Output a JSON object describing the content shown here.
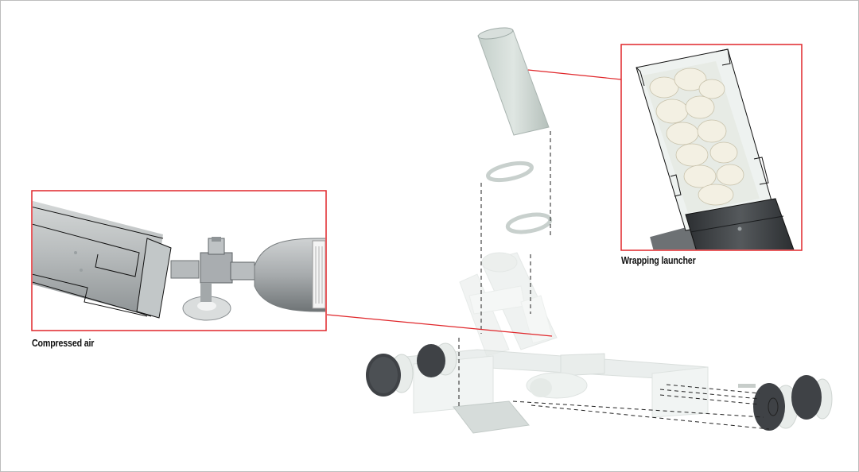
{
  "figure": {
    "callouts": [
      {
        "id": "compressed-air",
        "label": "Compressed air"
      },
      {
        "id": "wrapping-launcher",
        "label": "Wrapping launcher"
      }
    ]
  },
  "colors": {
    "callout_border": "#e0262a",
    "part_fill": "#c9d3cf",
    "part_stroke": "#9aa6a2",
    "wheel_dark": "#3d4044",
    "guide_dash": "#222222"
  }
}
